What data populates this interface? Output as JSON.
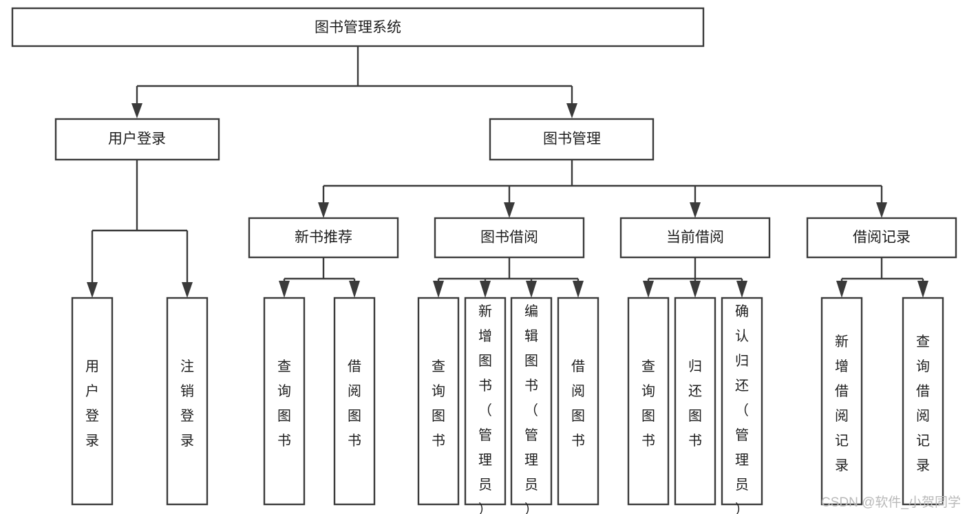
{
  "diagram": {
    "type": "tree-hierarchy",
    "title": "图书管理系统",
    "orientation": "top-down",
    "colors": {
      "box_stroke": "#3a3a3a",
      "box_fill": "#ffffff",
      "connector": "#3a3a3a",
      "text": "#1d1d1d",
      "watermark": "#b9b9b9",
      "background": "#ffffff"
    },
    "root": {
      "id": "root",
      "label": "图书管理系统"
    },
    "level2": [
      {
        "id": "user-login",
        "label": "用户登录"
      },
      {
        "id": "book-manage",
        "label": "图书管理"
      }
    ],
    "level3": [
      {
        "id": "new-book-recommend",
        "label": "新书推荐",
        "parent": "book-manage"
      },
      {
        "id": "book-borrow",
        "label": "图书借阅",
        "parent": "book-manage"
      },
      {
        "id": "current-borrow",
        "label": "当前借阅",
        "parent": "book-manage"
      },
      {
        "id": "borrow-record",
        "label": "借阅记录",
        "parent": "book-manage"
      }
    ],
    "leaves": {
      "user-login": [
        {
          "id": "leaf-user-login",
          "label": "用户登录"
        },
        {
          "id": "leaf-logout",
          "label": "注销登录"
        }
      ],
      "new-book-recommend": [
        {
          "id": "leaf-query-book-1",
          "label": "查询图书"
        },
        {
          "id": "leaf-borrow-book-1",
          "label": "借阅图书"
        }
      ],
      "book-borrow": [
        {
          "id": "leaf-query-book-2",
          "label": "查询图书"
        },
        {
          "id": "leaf-add-book",
          "label": "新增图书（管理员）"
        },
        {
          "id": "leaf-edit-book",
          "label": "编辑图书（管理员）"
        },
        {
          "id": "leaf-borrow-book-2",
          "label": "借阅图书"
        }
      ],
      "current-borrow": [
        {
          "id": "leaf-query-book-3",
          "label": "查询图书"
        },
        {
          "id": "leaf-return-book",
          "label": "归还图书"
        },
        {
          "id": "leaf-confirm-return",
          "label": "确认归还（管理员）"
        }
      ],
      "borrow-record": [
        {
          "id": "leaf-add-record",
          "label": "新增借阅记录"
        },
        {
          "id": "leaf-query-record",
          "label": "查询借阅记录"
        }
      ]
    }
  },
  "watermark": {
    "label": "CSDN @软件_小贺同学"
  }
}
